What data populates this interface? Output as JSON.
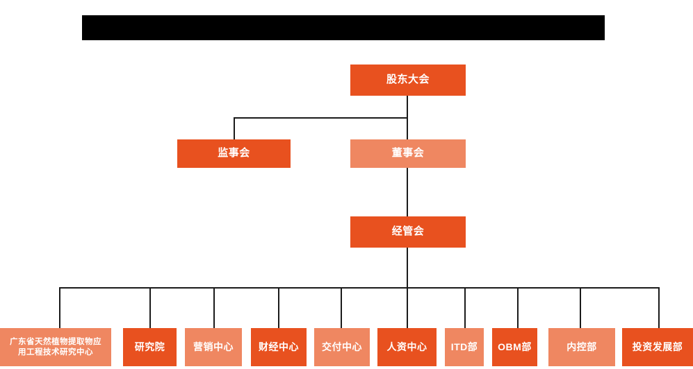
{
  "page": {
    "title_bar": {
      "name": "redacted-title-bar",
      "state": "redacted",
      "color": "#000000",
      "text": ""
    },
    "background_color": "#ffffff"
  },
  "theme": {
    "accent_dark": "#e8511f",
    "accent_light": "#ef8761",
    "line_color": "#1a1a1a",
    "text_color": "#ffffff"
  },
  "chart": {
    "type": "org-chart",
    "levels": [
      {
        "level": 1,
        "nodes": [
          {
            "id": "shareholders",
            "label": "股东大会",
            "shade": "dark"
          }
        ]
      },
      {
        "level": 2,
        "nodes": [
          {
            "id": "supervisory",
            "label": "监事会",
            "shade": "dark"
          },
          {
            "id": "board",
            "label": "董事会",
            "shade": "light"
          }
        ]
      },
      {
        "level": 3,
        "nodes": [
          {
            "id": "management",
            "label": "经管会",
            "shade": "dark"
          }
        ]
      },
      {
        "level": 4,
        "nodes": [
          {
            "id": "research-center",
            "label_line1": "广东省天然植物提取物应",
            "label_line2": "用工程技术研究中心",
            "shade": "light"
          },
          {
            "id": "institute",
            "label": "研究院",
            "shade": "dark"
          },
          {
            "id": "marketing",
            "label": "营销中心",
            "shade": "light"
          },
          {
            "id": "finance",
            "label": "财经中心",
            "shade": "dark"
          },
          {
            "id": "delivery",
            "label": "交付中心",
            "shade": "light"
          },
          {
            "id": "hr",
            "label": "人资中心",
            "shade": "dark"
          },
          {
            "id": "itd",
            "label": "ITD部",
            "shade": "light"
          },
          {
            "id": "obm",
            "label": "OBM部",
            "shade": "dark"
          },
          {
            "id": "internal-control",
            "label": "内控部",
            "shade": "light"
          },
          {
            "id": "investment",
            "label": "投资发展部",
            "shade": "dark"
          }
        ]
      }
    ]
  }
}
